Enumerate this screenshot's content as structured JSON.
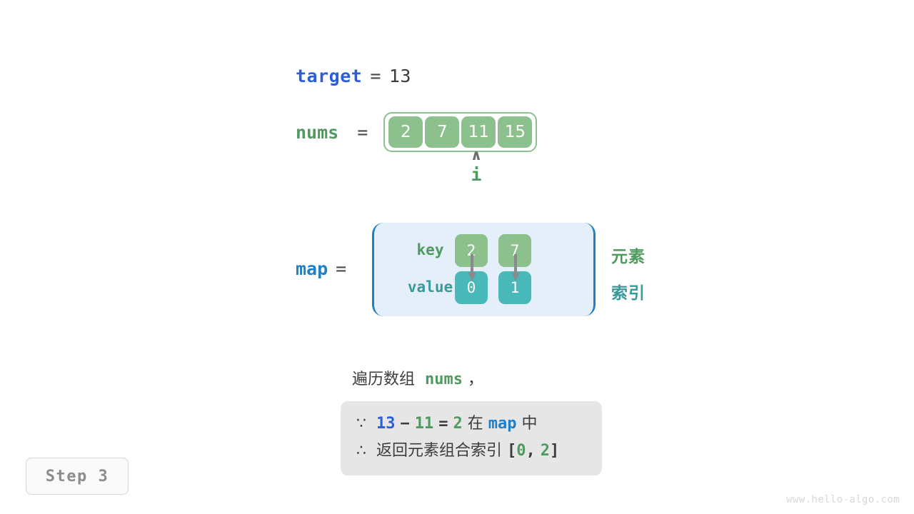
{
  "variables": {
    "target": {
      "name": "target",
      "eq": "=",
      "value": "13"
    },
    "nums": {
      "name": "nums",
      "eq": "=",
      "cells": [
        "2",
        "7",
        "11",
        "15"
      ]
    },
    "map": {
      "name": "map",
      "eq": "="
    }
  },
  "pointer": {
    "arrow_glyph": "∧",
    "label": "i"
  },
  "map_table": {
    "key_label": "key",
    "value_label": "value",
    "keys": [
      "2",
      "7"
    ],
    "values": [
      "0",
      "1"
    ],
    "legend_element": "元素",
    "legend_index": "索引"
  },
  "caption": {
    "prefix": "遍历数组",
    "code": "nums",
    "suffix": "，"
  },
  "note": {
    "line1": {
      "symbol": "∵",
      "a": "13",
      "minus": "−",
      "b": "11",
      "equals": "=",
      "c": "2",
      "mid": "在",
      "map": "map",
      "tail": "中"
    },
    "line2": {
      "symbol": "∴",
      "text": "返回元素组合索引",
      "bracket_open": "[",
      "i0": "0",
      "comma": ",",
      "i1": "2",
      "bracket_close": "]"
    }
  },
  "step_badge": {
    "label": "Step 3"
  },
  "watermark": {
    "text": "www.hello-algo.com"
  },
  "colors": {
    "blue_var": "#2b5fd9",
    "blue_map": "#1f80c8",
    "green": "#4f9a5f",
    "cell_green": "#8cc08c",
    "cell_teal": "#49b8b8",
    "map_bg": "#e4eff9",
    "note_bg": "#e6e6e6",
    "arrow_gray": "#8a8a8a"
  }
}
